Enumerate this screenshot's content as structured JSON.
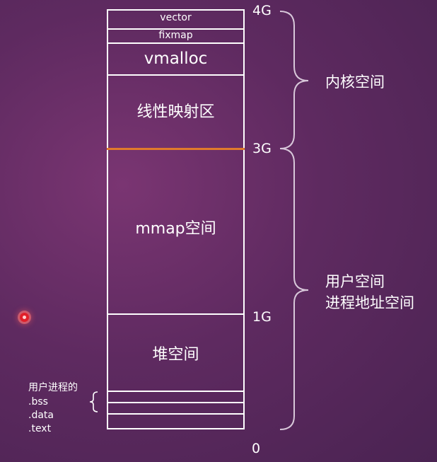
{
  "segments": {
    "vector": "vector",
    "fixmap": "fixmap",
    "vmalloc": "vmalloc",
    "linear_map": "线性映射区",
    "mmap": "mmap空间",
    "heap": "堆空间"
  },
  "address_marks": {
    "g4": "4G",
    "g3": "3G",
    "g1": "1G",
    "zero": "0"
  },
  "regions": {
    "kernel": "内核空间",
    "user_line1": "用户空间",
    "user_line2": "进程地址空间"
  },
  "user_sections": {
    "title": "用户进程的",
    "bss": ".bss",
    "data": ".data",
    "text": ".text"
  },
  "colors": {
    "outline": "#ffffff",
    "boundary_3g": "#e07a2c",
    "pointer_dot": "#e0202a"
  }
}
